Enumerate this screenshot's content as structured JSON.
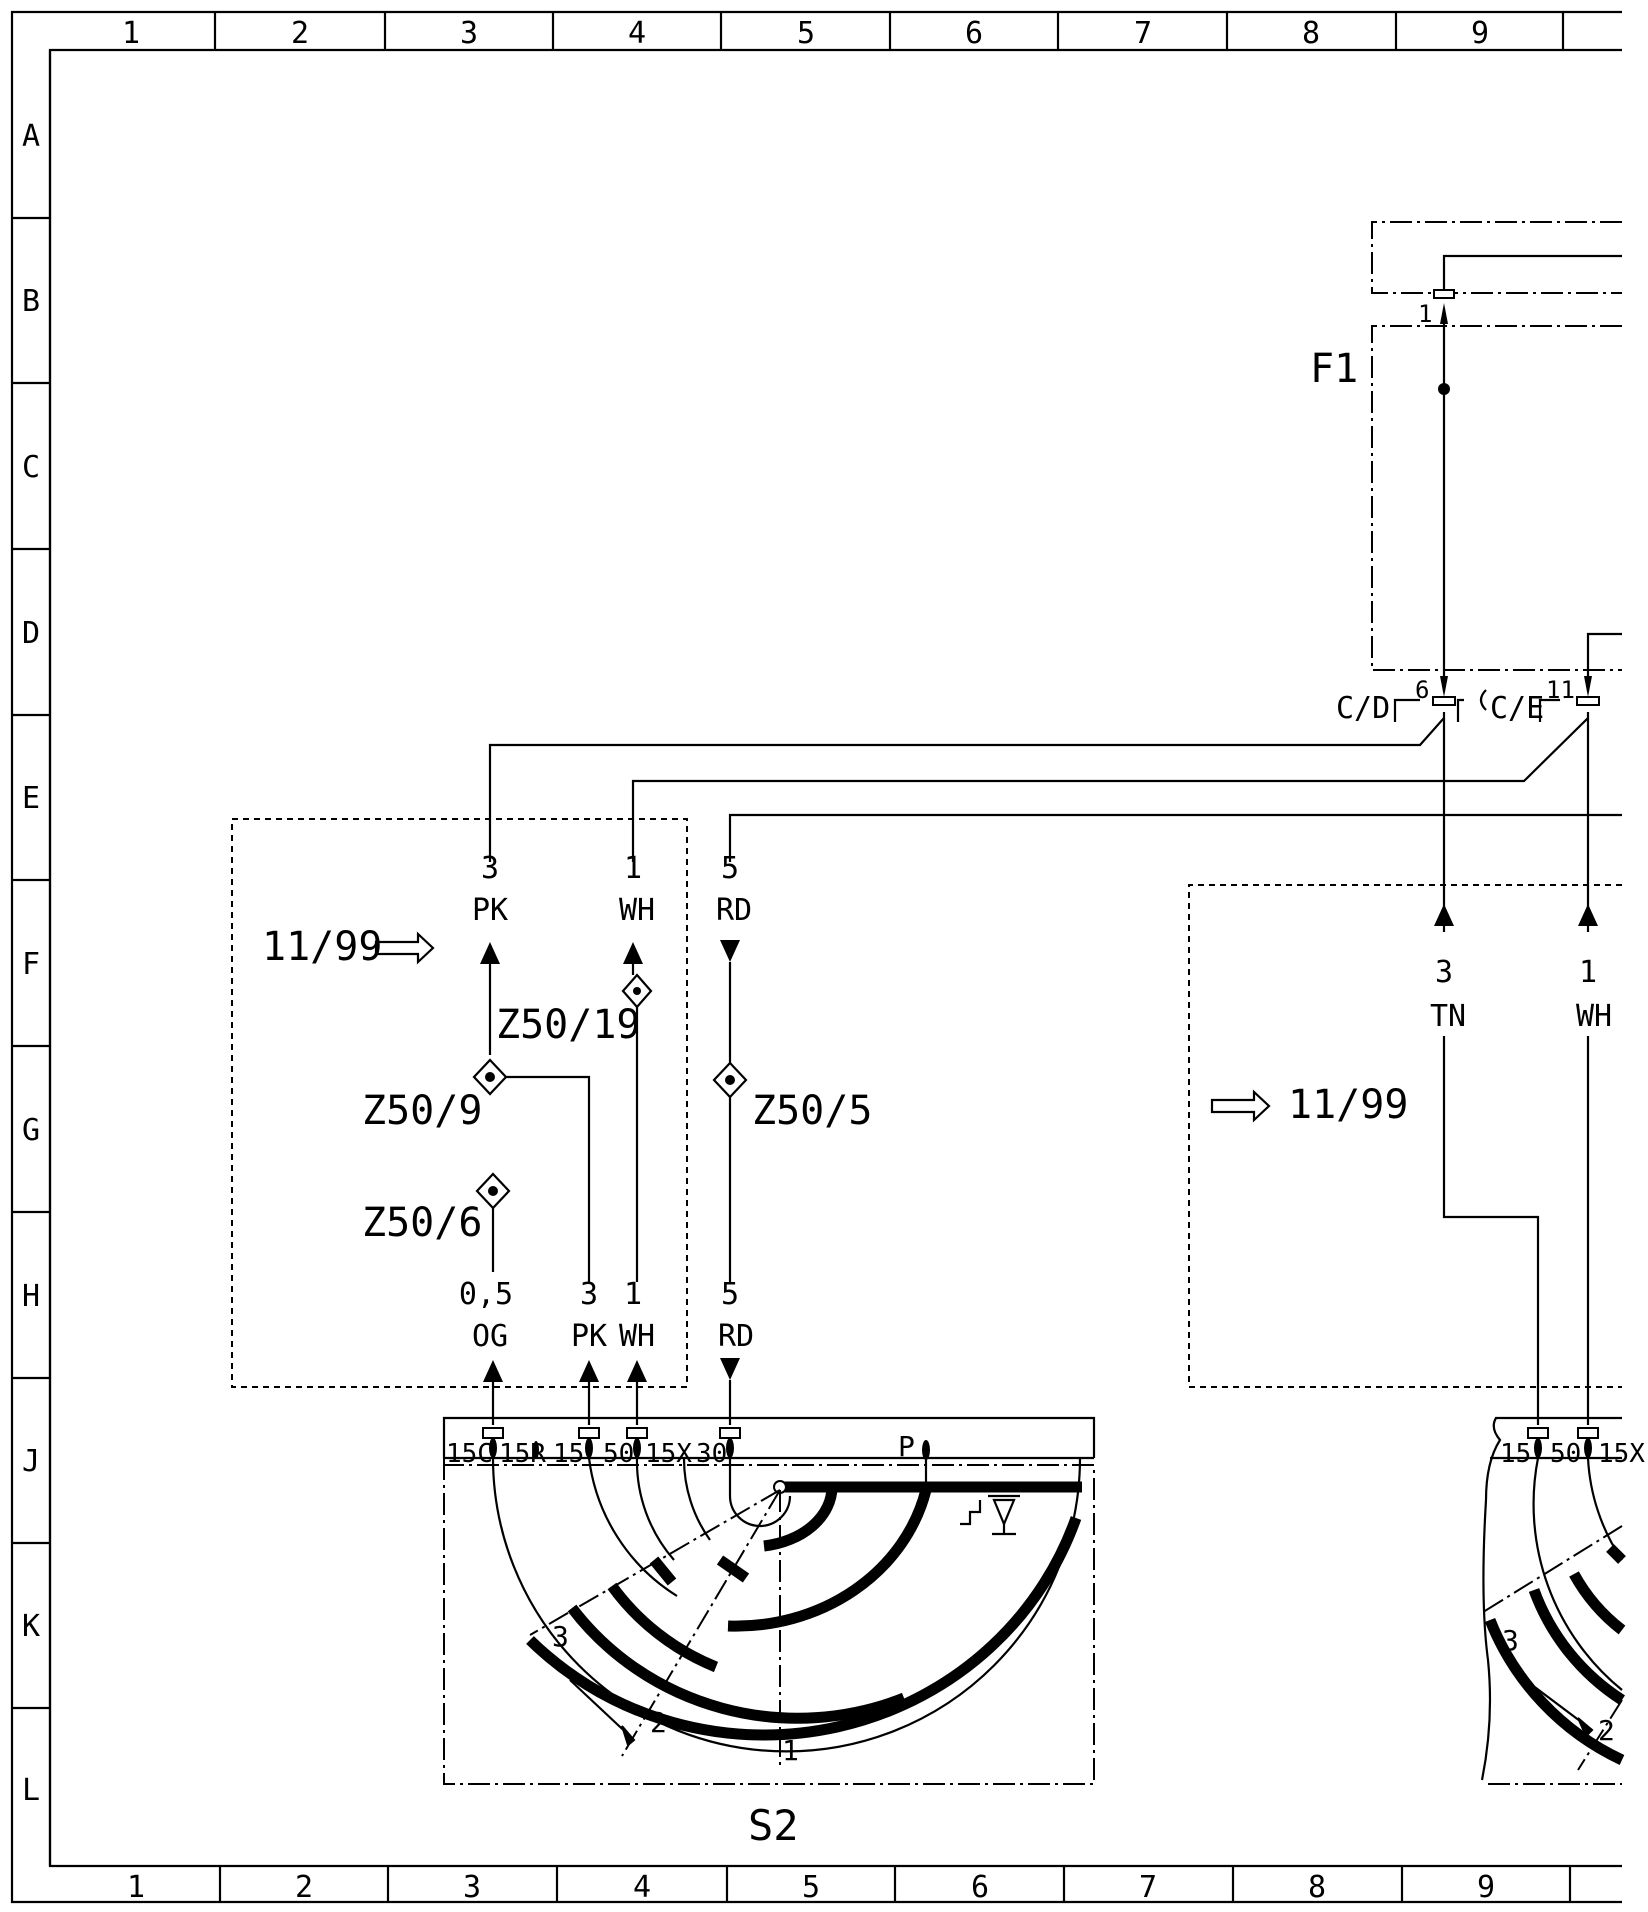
{
  "grid": {
    "columns": [
      "1",
      "2",
      "3",
      "4",
      "5",
      "6",
      "7",
      "8",
      "9"
    ],
    "rows": [
      "A",
      "B",
      "C",
      "D",
      "E",
      "F",
      "G",
      "H",
      "J",
      "K",
      "L"
    ]
  },
  "components": {
    "fuse_box": "F1",
    "ignition_switch": "S2"
  },
  "f1_pins": {
    "pin_1": "1",
    "pin_6": "6",
    "pin_11": "11",
    "plug_cd": "C/D",
    "plug_ce": "C/E"
  },
  "version_markers": {
    "left": "11/99",
    "right": "11/99"
  },
  "splices": {
    "z50_19": "Z50/19",
    "z50_9": "Z50/9",
    "z50_5": "Z50/5",
    "z50_6": "Z50/6"
  },
  "wires_upper": [
    {
      "gauge": "3",
      "color": "PK"
    },
    {
      "gauge": "1",
      "color": "WH"
    },
    {
      "gauge": "5",
      "color": "RD"
    }
  ],
  "wires_lower": [
    {
      "gauge": "0,5",
      "color": "OG"
    },
    {
      "gauge": "3",
      "color": "PK"
    },
    {
      "gauge": "1",
      "color": "WH"
    },
    {
      "gauge": "5",
      "color": "RD"
    }
  ],
  "wires_right": [
    {
      "gauge": "3",
      "color": "TN"
    },
    {
      "gauge": "1",
      "color": "WH"
    }
  ],
  "s2_terminals": [
    "15C",
    "15R",
    "15",
    "50",
    "15X",
    "30",
    "P"
  ],
  "s2_positions": [
    "3",
    "2",
    "1"
  ],
  "s2_right_terminals": [
    "15",
    "50",
    "15X"
  ],
  "s2_right_positions": [
    "3",
    "2"
  ]
}
